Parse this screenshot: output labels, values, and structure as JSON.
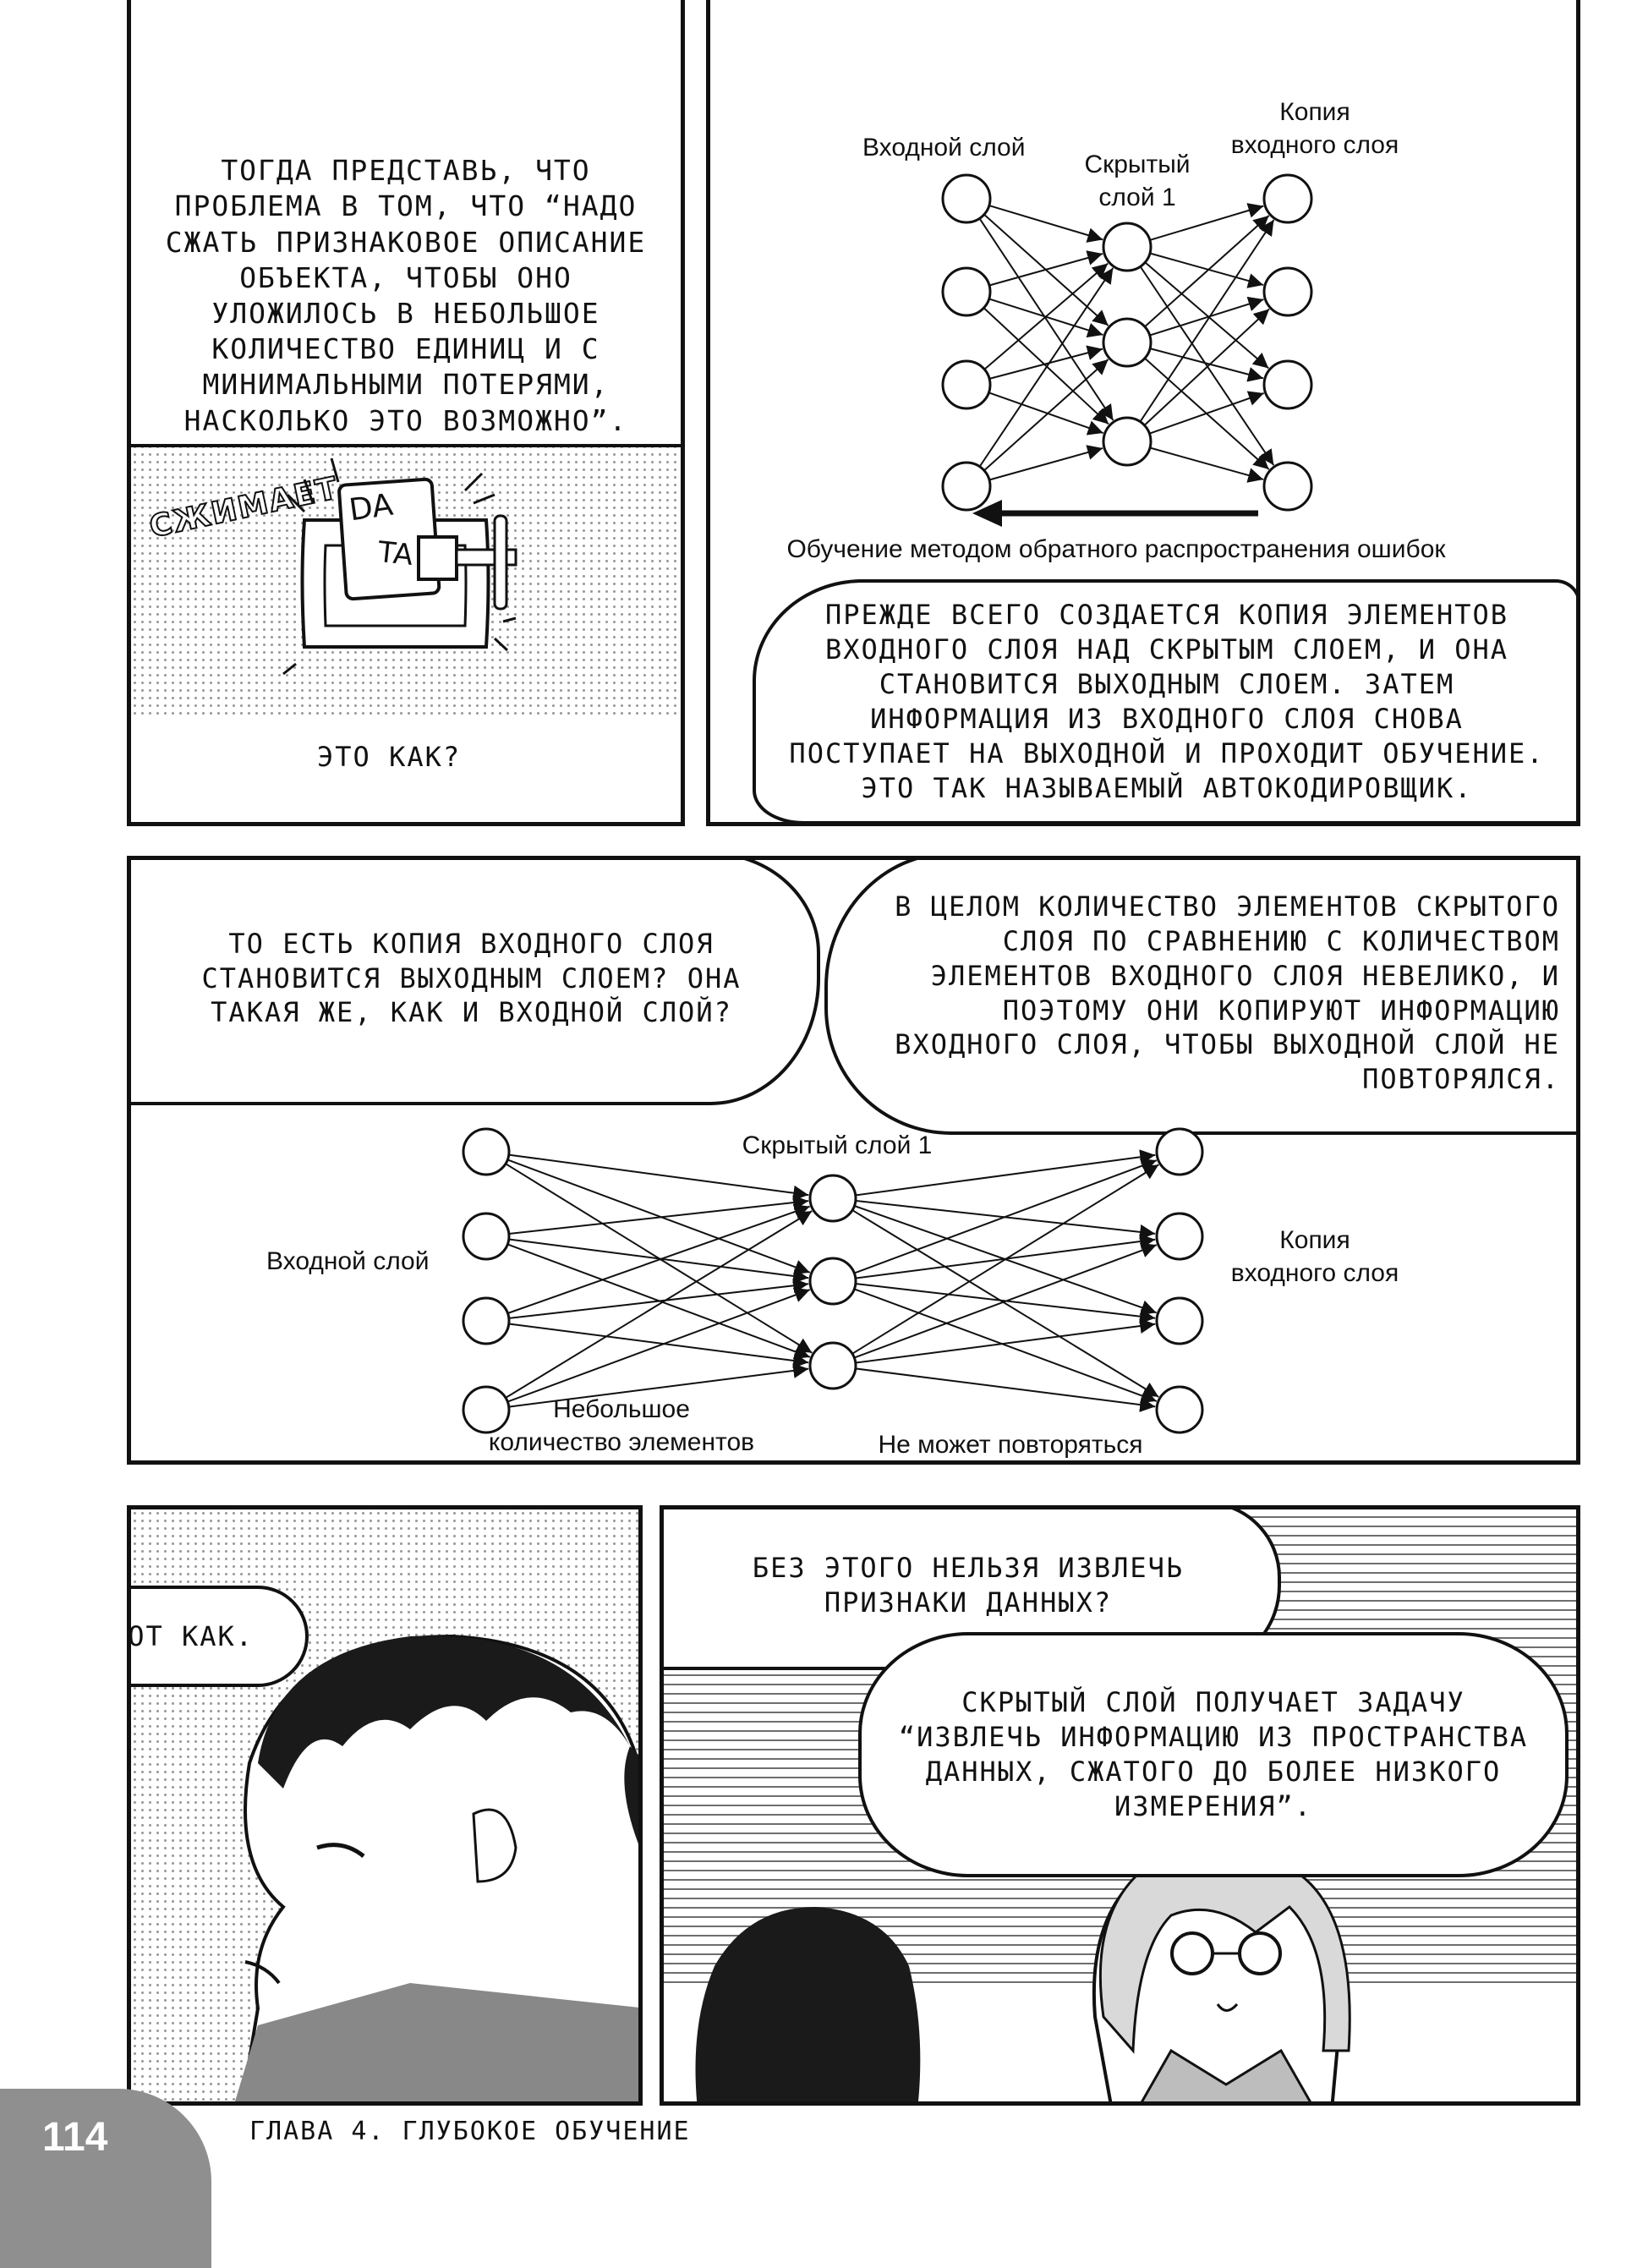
{
  "panel1": {
    "narration": "Тогда представь, что проблема в том, что “надо сжать признаковое описание объекта, чтобы оно уложилось в небольшое количество единиц и с минимальными потерями, насколько это возможно”.",
    "sfx": "СЖИМАЕТ",
    "box_text_top": "DA",
    "box_text_bottom": "TA",
    "question": "Это как?"
  },
  "panel2": {
    "labels": {
      "input_layer": "Входной слой",
      "hidden_layer": "Скрытый\nслой 1",
      "copy_layer": "Копия\nвходного слоя",
      "training": "Обучение методом обратного распространения ошибок"
    },
    "explanation": "Прежде всего создается копия элементов входного слоя над скрытым слоем, и она становится выходным слоем. Затем информация из входного слоя снова поступает на выходной и проходит обучение. Это так называемый автокодировщик."
  },
  "panel3": {
    "question": "То есть копия входного слоя становится выходным слоем? Она такая же, как и входной слой?",
    "answer": "В целом количество элементов скрытого слоя по сравнению с количеством элементов входного слоя невелико, и поэтому они копируют информацию входного слоя, чтобы выходной слой не повторялся.",
    "labels": {
      "hidden_layer": "Скрытый слой 1",
      "input_layer": "Входной слой",
      "copy_layer": "Копия\nвходного слоя",
      "few_units": "Небольшое\nколичество элементов",
      "cannot_repeat": "Не может повторяться"
    }
  },
  "panel4": {
    "speech": "Вот как."
  },
  "panel5": {
    "question": "Без этого нельзя извлечь признаки данных?",
    "answer": "Скрытый слой получает задачу “извлечь информацию из пространства данных, сжатого до более низкого измерения”."
  },
  "footer": {
    "page_number": "114",
    "chapter": "ГЛАВА 4. ГЛУБОКОЕ ОБУЧЕНИЕ"
  }
}
